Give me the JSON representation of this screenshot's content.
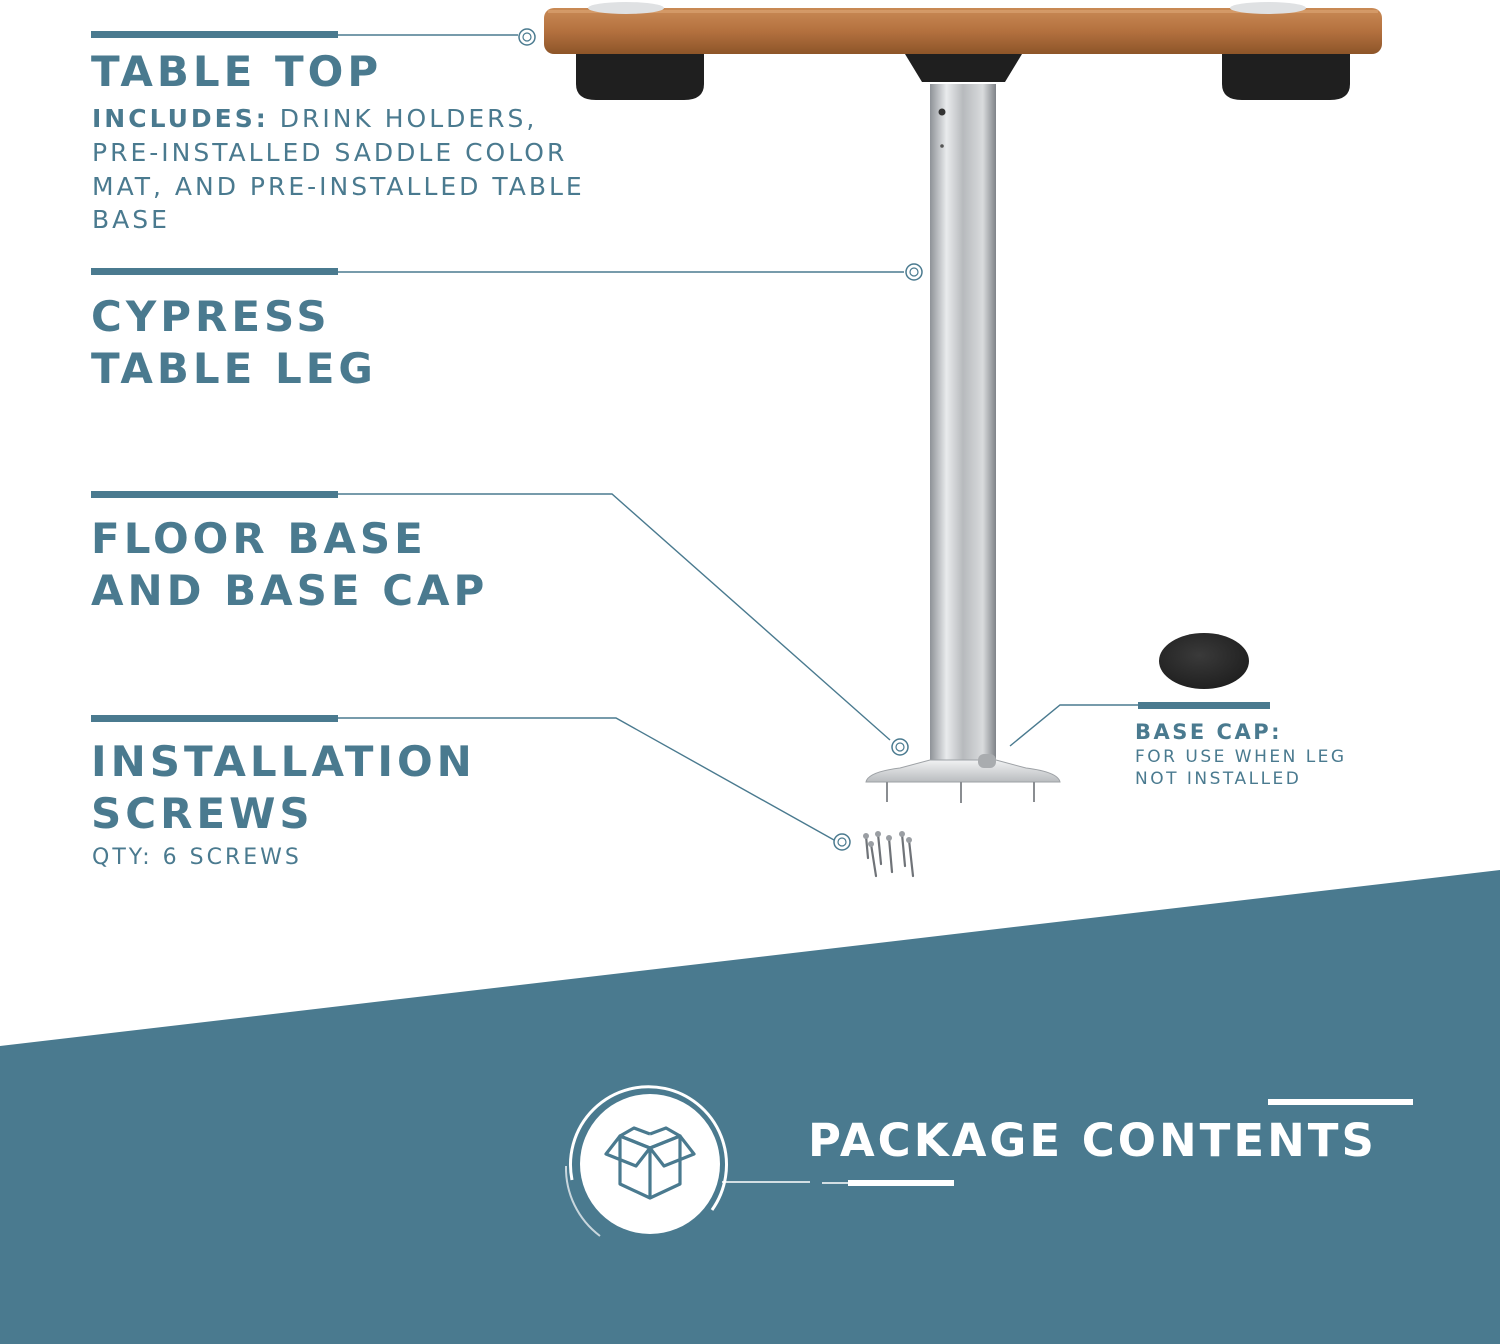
{
  "colors": {
    "accent": "#4a7a8f",
    "band": "#4a7a8f",
    "background": "#ffffff",
    "wood": "#b4713f",
    "steel": "#c8cacd",
    "cap": "#2c2c2c"
  },
  "callouts": {
    "table_top": {
      "title": "TABLE TOP",
      "includes_label": "INCLUDES:",
      "includes_text": " DRINK HOLDERS,",
      "line2": "PRE-INSTALLED SADDLE COLOR",
      "line3": "MAT, AND PRE-INSTALLED TABLE",
      "line4": "BASE"
    },
    "table_leg": {
      "line1": "CYPRESS",
      "line2": "TABLE LEG"
    },
    "floor_base": {
      "line1": "FLOOR BASE",
      "line2": "AND BASE CAP"
    },
    "screws": {
      "line1": "INSTALLATION",
      "line2": "SCREWS",
      "qty": "QTY: 6 SCREWS"
    },
    "base_cap": {
      "title": "BASE CAP:",
      "line1": "FOR USE WHEN LEG",
      "line2": "NOT INSTALLED"
    }
  },
  "package": {
    "title": "PACKAGE CONTENTS",
    "icon": "open-box-icon"
  }
}
